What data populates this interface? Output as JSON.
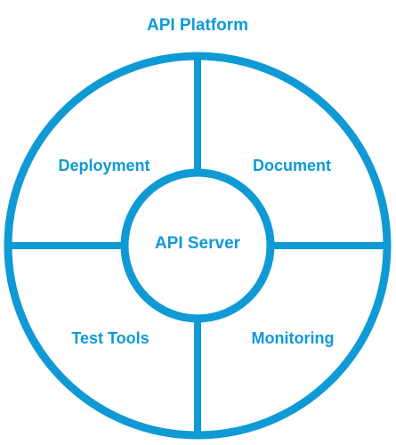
{
  "title": "API Platform",
  "center_label": "API Server",
  "quadrants": {
    "top_left": "Deployment",
    "top_right": "Document",
    "bottom_left": "Test Tools",
    "bottom_right": "Monitoring"
  },
  "colors": {
    "accent": "#0f9ad6",
    "background": "#ffffff"
  }
}
